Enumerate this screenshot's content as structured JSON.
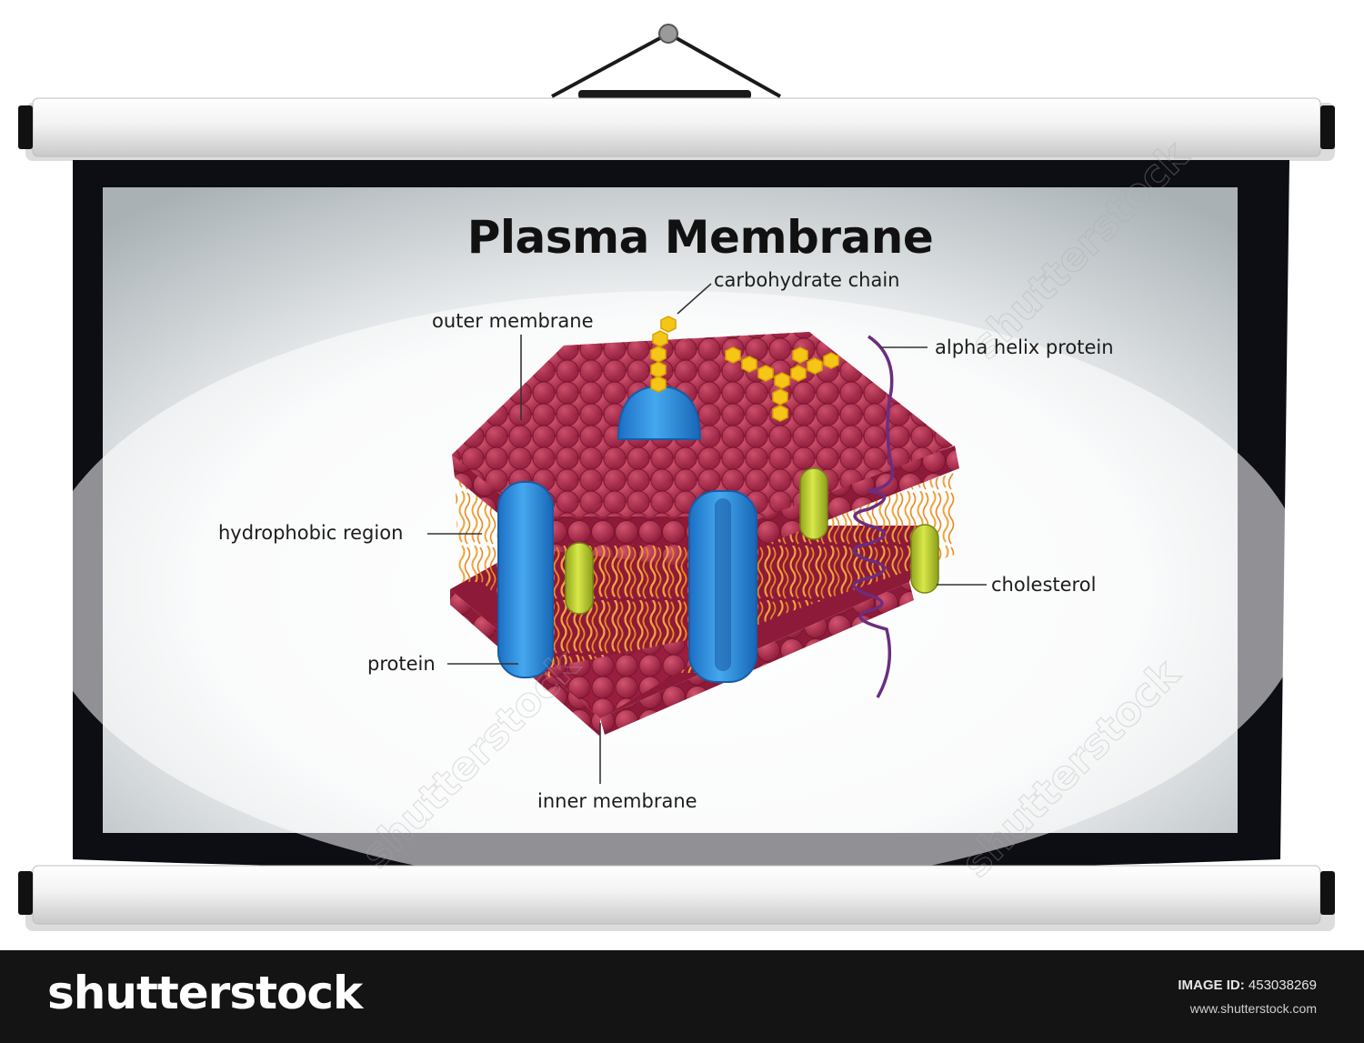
{
  "title": "Plasma Membrane",
  "labels": {
    "carbohydrate_chain": "carbohydrate chain",
    "outer_membrane": "outer membrane",
    "alpha_helix_protein": "alpha helix protein",
    "hydrophobic_region": "hydrophobic region",
    "cholesterol": "cholesterol",
    "protein": "protein",
    "inner_membrane": "inner membrane"
  },
  "footer": {
    "brand": "shutterstock",
    "image_id_label": "IMAGE ID:",
    "image_id": "453038269",
    "site": "www.shutterstock.com"
  },
  "watermark": {
    "text": "shutterstock"
  },
  "colors": {
    "lipid_head": "#b0264a",
    "lipid_tail": "#f2a33a",
    "protein": "#2a8fdc",
    "cholesterol": "#b8cc2a",
    "carbohydrate": "#f5c518",
    "helix": "#6b2d7f",
    "screen_frame": "#0d0d14",
    "footer_bg": "#141414"
  }
}
